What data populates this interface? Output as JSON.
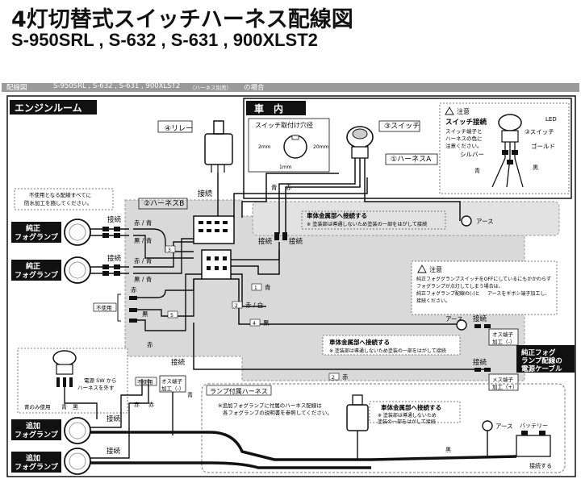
{
  "header": {
    "title": "4灯切替式スイッチハーネス配線図",
    "subtitle": "S-950SRL , S-632 , S-631 , 900XLST2"
  },
  "banner": {
    "label": "配線図",
    "models": "S-950SRL , S-632 , S-631 , 900XLST2",
    "suffix_small": "（ハーネス別売）",
    "suffix": "の場合"
  },
  "sections": {
    "engine_room": "エンジンルーム",
    "cabin": "車　内"
  },
  "components": {
    "relay": "④リレー",
    "switch_label": "③スイッチ",
    "harness_a": "①ハーネスA",
    "harness_b": "②ハーネスB",
    "lamp_harness": "ランプ付属ハーネス",
    "hole_title": "スイッチ取付け穴径",
    "hole_w": "2mm",
    "hole_d": "20mm",
    "hole_t": "1mm"
  },
  "caution_switch": {
    "title": "注意",
    "heading": "スイッチ接続",
    "body": [
      "スイッチ端子と",
      "ハーネスの色に",
      "注意ください。"
    ],
    "led": "LED",
    "switch": "③スイッチ",
    "gold": "ゴールド",
    "silver": "シルバー",
    "blue": "青",
    "black": "黒"
  },
  "notes": {
    "waterproof": [
      "不使用となる配線すべてに",
      "防水加工を施してください。"
    ],
    "ground1_title": "車体金属部へ接続する",
    "ground1_body": "※ 塗装部は導通しないため塗装の一部をはがして接続",
    "ground2_title": "車体金属部へ接続する",
    "ground2_body": "※ 塗装部は導通しないため塗装の一部をはがして接続",
    "ground3_title": "車体金属部へ接続する",
    "ground3_body": [
      "※ 塗装部は導通しないため",
      "塗装の一部をはがして接続"
    ],
    "caution2_title": "注意",
    "caution2_body": [
      "純正フォググランプスイッチをOFFにしているにもかかわらず",
      "フォグランプが点灯してしまう場合は、",
      "純正フォグランプ配線の(-)と",
      "アースをギボシ端子加工し、",
      "接続ください。"
    ],
    "lamp_harness_note": [
      "※追加フォグランプに付属のハーネス配線は",
      "各フォグランプの説明書を参照してください。"
    ],
    "power_sw": [
      "電源 SW から",
      "ハーネスを外す"
    ]
  },
  "labels": {
    "connect": "接続",
    "earth": "アース",
    "unused": "不使用",
    "blue": "青",
    "red": "赤",
    "black": "黒",
    "red_blue": "赤 / 青",
    "black_blue": "黒 / 青",
    "red_white": "赤 / 白",
    "blue_only_use": "青のみ使用",
    "male_terminal": [
      "オス端子",
      "加工（-）"
    ],
    "female_terminal": [
      "メス端子",
      "加工（+）"
    ],
    "male_terminal2": [
      "オス端子",
      "加工（-）"
    ],
    "battery": "バッテリー",
    "connect_to": "接続する",
    "fog_power": [
      "純正フォグ",
      "ランプ配線の",
      "電源ケーブル"
    ],
    "wire_1": "1",
    "wire_2": "2",
    "wire_3": "3",
    "wire_4": "4",
    "wire_5": "5"
  },
  "lamps": {
    "oem1": [
      "純正",
      "フォグランプ"
    ],
    "oem2": [
      "純正",
      "フォグランプ"
    ],
    "add1": [
      "追加",
      "フォグランプ"
    ],
    "add2": [
      "追加",
      "フォグランプ"
    ]
  }
}
